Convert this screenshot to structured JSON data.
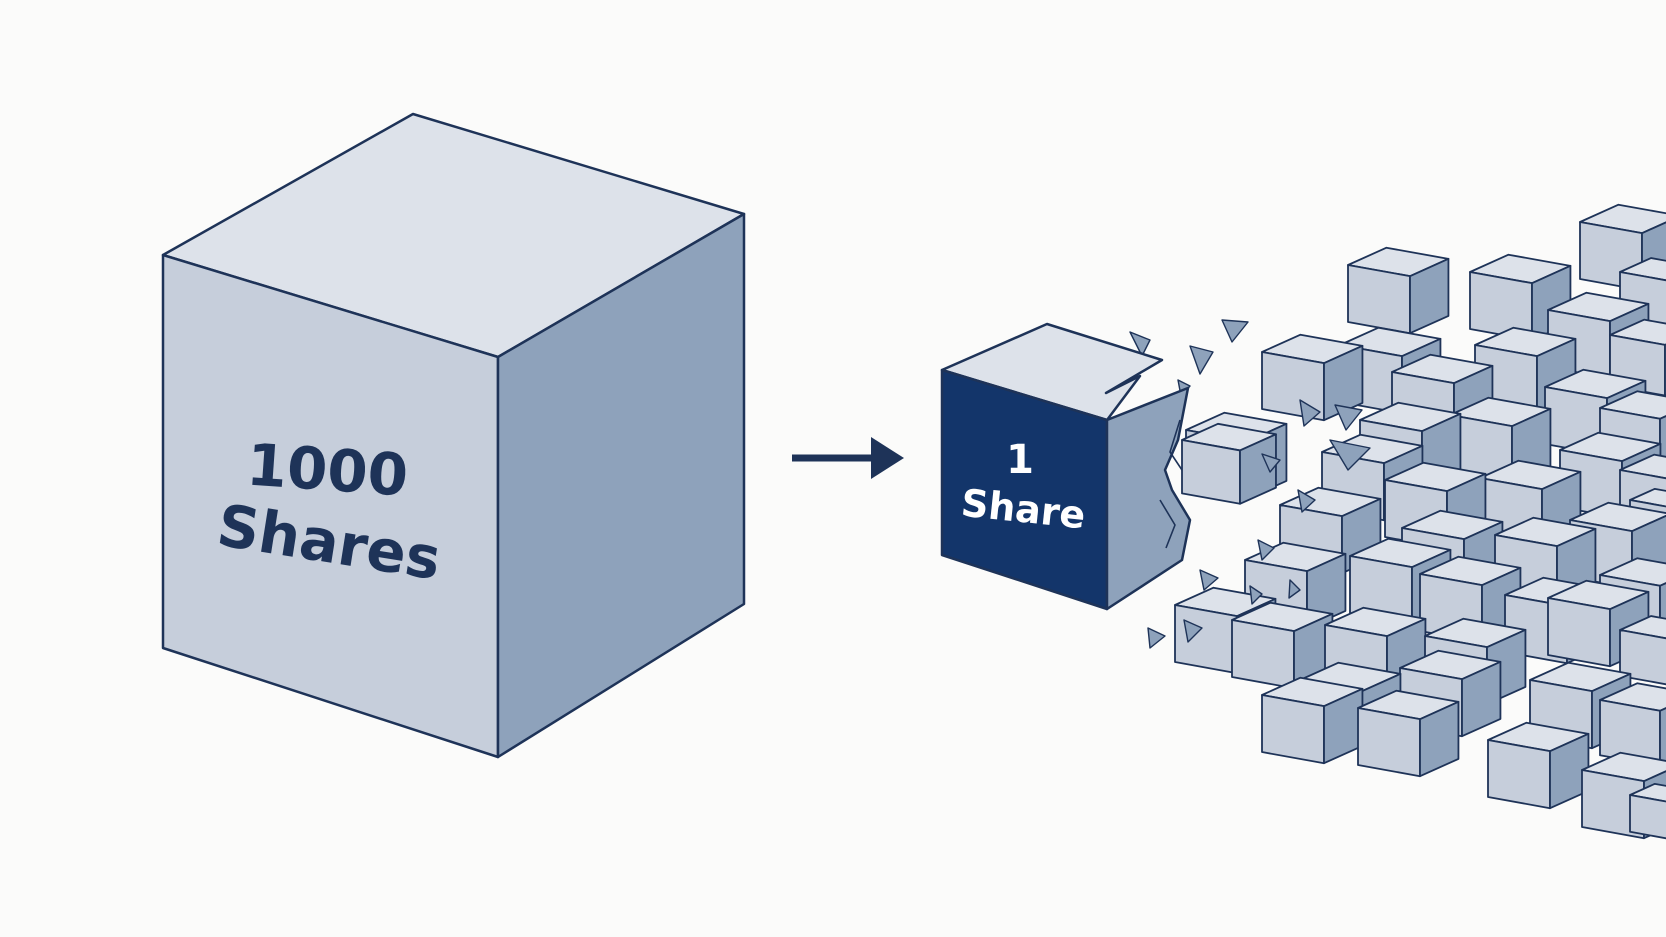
{
  "big_cube": {
    "count": "1000",
    "unit": "Shares"
  },
  "single_cube": {
    "count": "1",
    "unit": "Share"
  },
  "colors": {
    "background": "#fbfbfa",
    "outline": "#1e3358",
    "top_face": "#dde2ea",
    "front_face": "#c6cedb",
    "side_face": "#8ea2bb",
    "highlight_front": "#13356a",
    "label_dark": "#1e3358",
    "label_light": "#ffffff"
  },
  "icons": {
    "arrow": "right-arrow-icon"
  }
}
